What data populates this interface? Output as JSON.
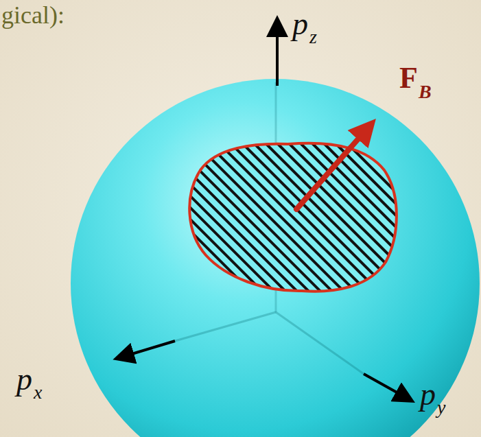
{
  "diagram": {
    "labels": [
      "gical):",
      "p",
      "z",
      "p",
      "x",
      "p",
      "y",
      "F",
      "B"
    ]
  }
}
